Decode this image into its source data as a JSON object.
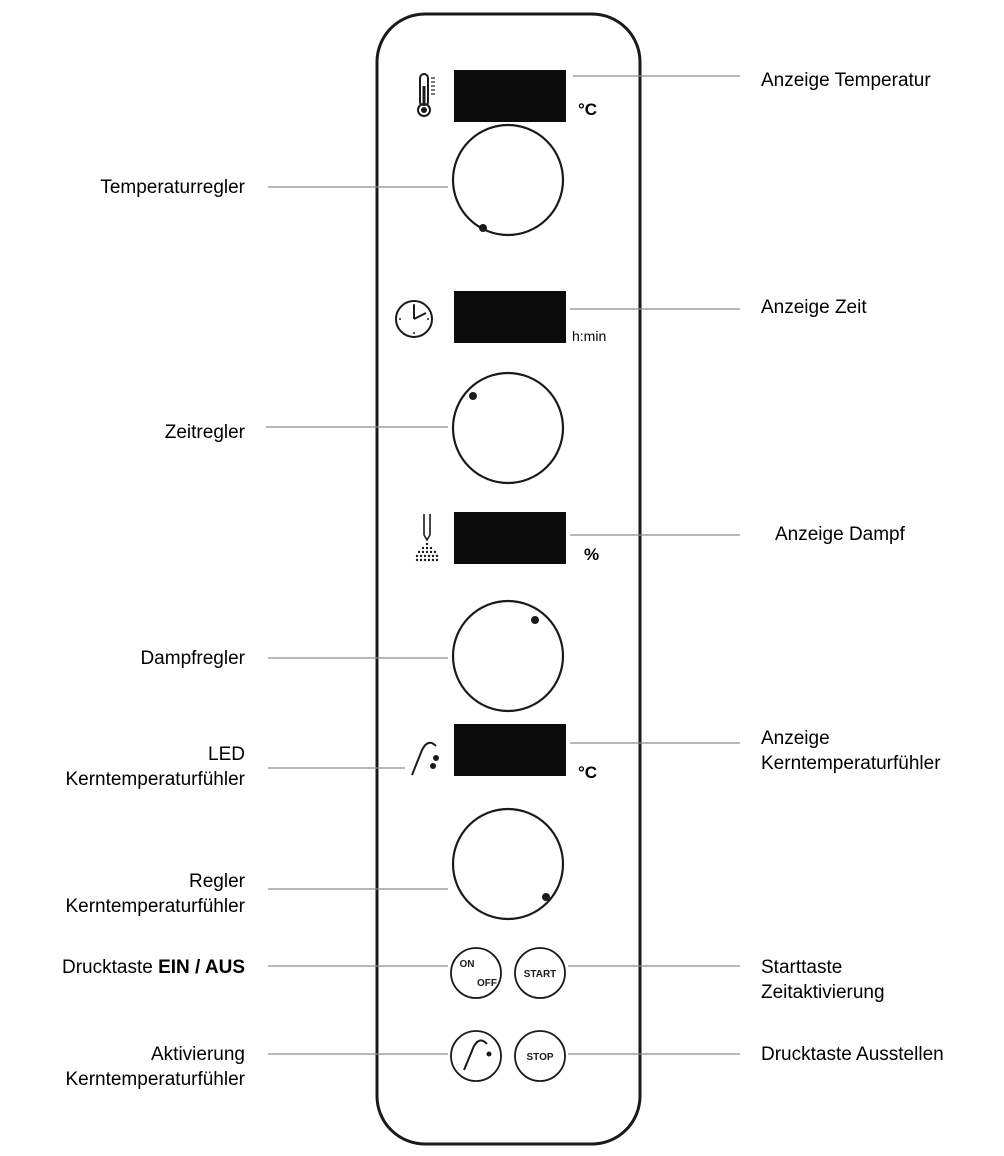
{
  "labels_left": {
    "temperaturregler": "Temperaturregler",
    "zeitregler": "Zeitregler",
    "dampfregler": "Dampfregler",
    "led_kern_1": "LED",
    "led_kern_2": "Kerntemperaturfühler",
    "regler_kern_1": "Regler",
    "regler_kern_2": "Kerntemperaturfühler",
    "drucktaste_prefix": "Drucktaste",
    "drucktaste_bold": "EIN / AUS",
    "aktivierung_1": "Aktivierung",
    "aktivierung_2": "Kerntemperaturfühler"
  },
  "labels_right": {
    "anzeige_temperatur": "Anzeige Temperatur",
    "anzeige_zeit": "Anzeige Zeit",
    "anzeige_dampf": "Anzeige Dampf",
    "anzeige_kern_1": "Anzeige",
    "anzeige_kern_2": "Kerntemperaturfühler",
    "starttaste_1": "Starttaste",
    "starttaste_2": "Zeitaktivierung",
    "drucktaste_ausstellen": "Drucktaste Ausstellen"
  },
  "units": {
    "temp": "°C",
    "time": "h:min",
    "steam": "%",
    "core": "°C"
  },
  "buttons": {
    "on": "ON",
    "off": "OFF",
    "start": "START",
    "stop": "STOP"
  },
  "icons": [
    "thermometer-icon",
    "clock-icon",
    "steam-icon",
    "core-probe-icon"
  ],
  "colors": {
    "display": "#0b0b0b",
    "panel_border": "#1a1a1a",
    "leader": "#8c8c8c"
  }
}
